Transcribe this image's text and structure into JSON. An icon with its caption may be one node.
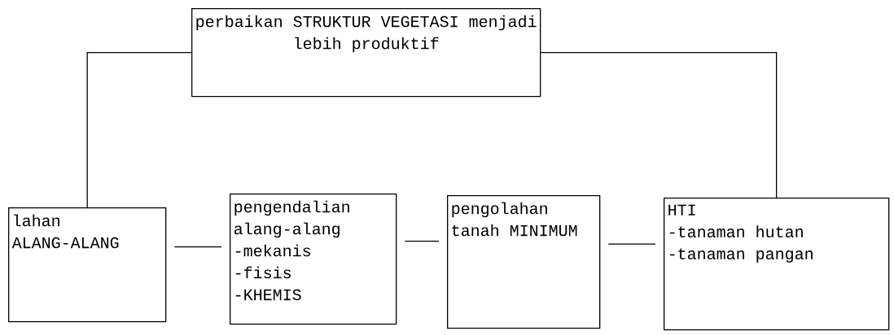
{
  "diagram": {
    "nodes": [
      {
        "text": [
          "perbaikan STRUKTUR VEGETASI menjadi lebih produktif"
        ]
      },
      {
        "text": [
          "lahan ALANG-ALANG"
        ]
      },
      {
        "text": [
          "pengendalian alang-alang",
          "-mekanis",
          "-fisis",
          "-KHEMIS"
        ]
      },
      {
        "text": [
          "pengolahan tanah MINIMUM"
        ]
      },
      {
        "text": [
          "HTI",
          "-tanaman hutan",
          "-tanaman pangan"
        ]
      }
    ],
    "edges": [
      {
        "from": 0,
        "to": 1,
        "arrow": "none"
      },
      {
        "from": 0,
        "to": 4,
        "arrow": "none"
      },
      {
        "from": 1,
        "to": 2,
        "arrow": "none"
      },
      {
        "from": 2,
        "to": 3,
        "arrow": "none"
      },
      {
        "from": 3,
        "to": 4,
        "arrow": "none"
      }
    ]
  }
}
